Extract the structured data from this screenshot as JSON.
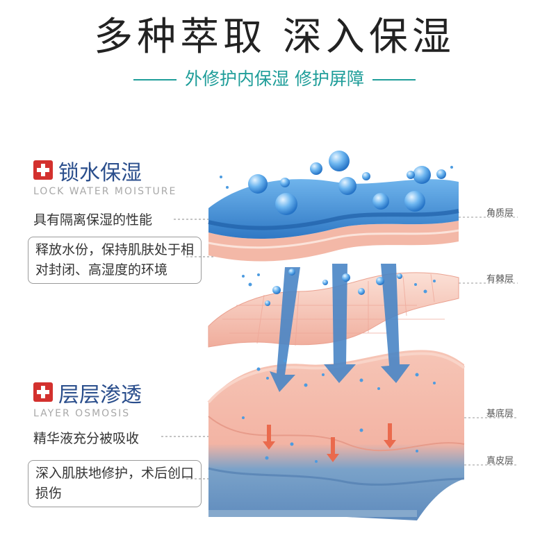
{
  "title": "多种萃取  深入保湿",
  "subtitle": "外修护内保湿 修护屏障",
  "sections": [
    {
      "title": "锁水保湿",
      "subtitle_en": "LOCK WATER MOISTURE",
      "feature": "具有隔离保湿的性能",
      "desc": "释放水份，保持肌肤处于相对封闭、高湿度的环境"
    },
    {
      "title": "层层渗透",
      "subtitle_en": "LAYER OSMOSIS",
      "feature": "精华液充分被吸收",
      "desc": "深入肌肤地修护，术后创口损伤"
    }
  ],
  "layers": [
    "角质层",
    "有棘层",
    "基底层",
    "真皮层"
  ],
  "colors": {
    "accent": "#1e9d99",
    "heading": "#2a4e8c",
    "badge": "#d3312e",
    "water": "#3f8fd6",
    "skin": "#f1b3a5"
  },
  "icons": [
    "medical-cross-icon",
    "water-droplet-icon",
    "arrow-down-icon"
  ]
}
